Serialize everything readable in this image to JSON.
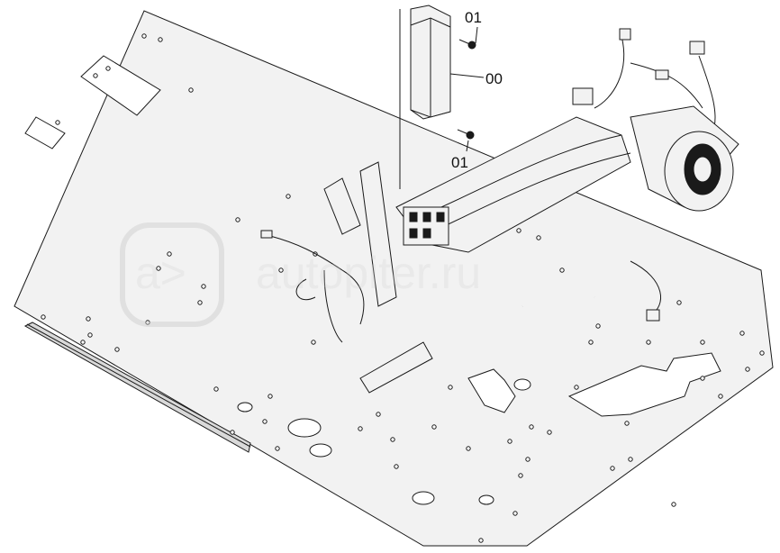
{
  "callouts": {
    "screw_top": "01",
    "module": "00",
    "screw_bottom": "01"
  },
  "watermark": {
    "logo_text": "a>",
    "site_text": "autopiter.ru"
  },
  "colors": {
    "line": "#1a1a1a",
    "panel_fill": "#f2f2f2",
    "watermark": "#cfcfcf"
  }
}
